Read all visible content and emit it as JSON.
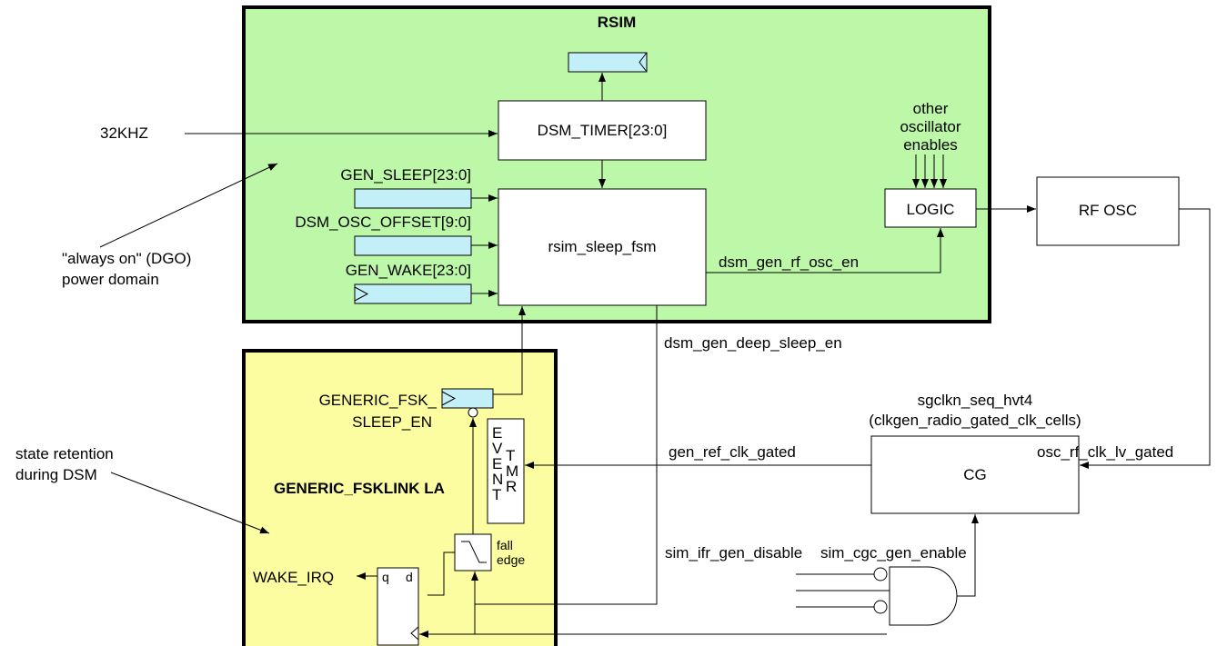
{
  "colors": {
    "rsim_fill": "#bdf7a8",
    "generic_fill": "#fcfda0",
    "register_fill": "#c3f0f8",
    "line": "#000000"
  },
  "rsim": {
    "title": "RSIM",
    "dsm_timer": "DSM_TIMER[23:0]",
    "sleep_fsm": "rsim_sleep_fsm",
    "logic": "LOGIC",
    "gen_sleep": "GEN_SLEEP[23:0]",
    "dsm_osc_offset": "DSM_OSC_OFFSET[9:0]",
    "gen_wake": "GEN_WAKE[23:0]",
    "other_enables": [
      "other",
      "oscillator",
      "enables"
    ]
  },
  "external": {
    "clk_32khz": "32KHZ",
    "rf_osc": "RF OSC",
    "cg": "CG",
    "cg_cell": "sgclkn_seq_hvt4",
    "cg_cell_sub": "(clkgen_radio_gated_clk_cells)"
  },
  "signals": {
    "rf_osc_en": "dsm_gen_rf_osc_en",
    "deep_sleep_en": "dsm_gen_deep_sleep_en",
    "ref_clk_gated": "gen_ref_clk_gated",
    "osc_clk_gated": "osc_rf_clk_lv_gated",
    "ifr_disable": "sim_ifr_gen_disable",
    "cgc_enable": "sim_cgc_gen_enable"
  },
  "generic": {
    "title": "GENERIC_FSKLINK LA",
    "reg_line1": "GENERIC_FSK_",
    "reg_line2": "SLEEP_EN",
    "event_chars": [
      "E",
      "V",
      "E",
      "N",
      "T"
    ],
    "tmr_chars": [
      "T",
      "M",
      "R"
    ],
    "fall": "fall",
    "edge": "edge",
    "wake_irq": "WAKE_IRQ",
    "ff_q": "q",
    "ff_d": "d"
  },
  "annotations": {
    "always_on_1": "\"always on\" (DGO)",
    "always_on_2": "power domain",
    "retention_1": "state retention",
    "retention_2": "during DSM"
  }
}
